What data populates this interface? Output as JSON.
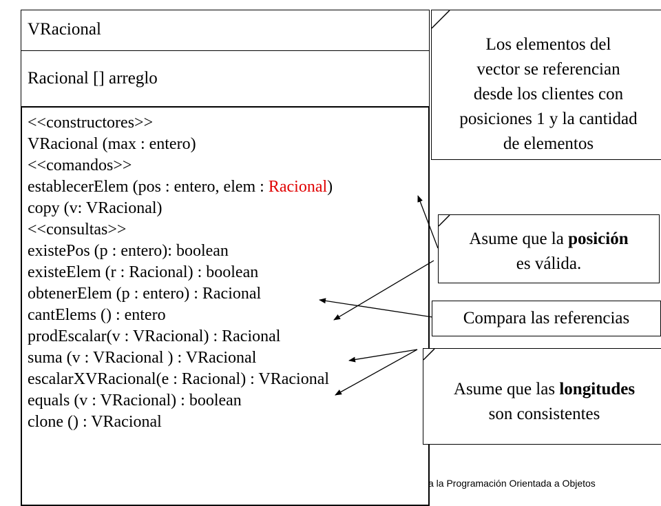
{
  "uml": {
    "class_name": "VRacional",
    "attribute": "Racional [] arreglo",
    "methods": [
      {
        "text": "<<constructores>>"
      },
      {
        "text": "VRacional (max : entero)"
      },
      {
        "text": "<<comandos>>"
      },
      {
        "text": "establecerElem (pos : entero, elem : ",
        "highlight": "Racional",
        "suffix": ")"
      },
      {
        "text": "copy (v: VRacional)"
      },
      {
        "text": "<<consultas>>"
      },
      {
        "text": "existePos (p : entero): boolean"
      },
      {
        "text": "existeElem (r : Racional) : boolean"
      },
      {
        "text": "obtenerElem (p : entero) : Racional"
      },
      {
        "text": "cantElems () : entero"
      },
      {
        "text": "prodEscalar(v : VRacional) : Racional"
      },
      {
        "text": "suma (v : VRacional ) : VRacional"
      },
      {
        "text": "escalarXVRacional(e : Racional) : VRacional"
      },
      {
        "text": "equals (v : VRacional) : boolean"
      },
      {
        "text": "clone () : VRacional"
      }
    ]
  },
  "notes": {
    "elements": {
      "lines": [
        "Los elementos del",
        "vector se referencian",
        "desde los clientes con",
        "posiciones 1 y la cantidad",
        "de elementos"
      ]
    },
    "posicion": {
      "line1_prefix": "Asume que la ",
      "line1_bold": "posición",
      "line2": "es válida."
    },
    "referencias": {
      "text": "Compara las referencias"
    },
    "longitudes": {
      "line1_prefix": "Asume que las ",
      "line1_bold": "longitudes",
      "line2": "son consistentes"
    }
  },
  "footer": {
    "text": "a la Programación Orientada a Objetos"
  },
  "colors": {
    "highlight": "#e00000",
    "line": "#000000",
    "background": "#ffffff"
  }
}
